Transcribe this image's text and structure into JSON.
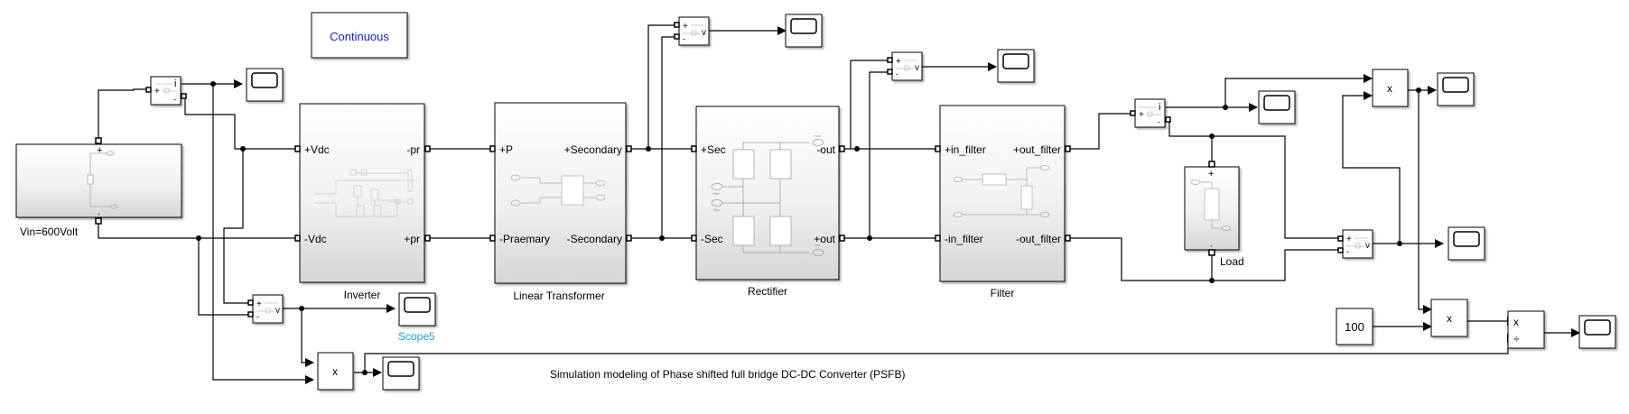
{
  "diagram": {
    "title": "Simulation modeling of Phase shifted full bridge DC-DC Converter (PSFB)",
    "powergui": {
      "label": "Continuous",
      "color": "#1a1adc"
    },
    "source": {
      "name": "Vin=600Volt",
      "plus": "+",
      "minus": "-"
    },
    "inverter": {
      "name": "Inverter",
      "ports": {
        "in_pos": "+Vdc",
        "in_neg": "-Vdc",
        "out_a": "-pr",
        "out_b": "+pr"
      }
    },
    "transformer": {
      "name": "Linear Transformer",
      "ports": {
        "in_pos": "+P",
        "in_neg": "-Praemary",
        "out_pos": "+Secondary",
        "out_neg": "-Secondary"
      }
    },
    "rectifier": {
      "name": "Rectifier",
      "ports": {
        "in_pos": "+Sec",
        "in_neg": "-Sec",
        "out_a": "-out",
        "out_b": "+out"
      },
      "inner_tags": [
        "+out",
        "+Sec",
        "-Sec",
        "-out"
      ]
    },
    "filter": {
      "name": "Filter",
      "ports": {
        "in_pos": "+in_filter",
        "in_neg": "-in_filter",
        "out_pos": "+out_filter",
        "out_neg": "-out_filter"
      }
    },
    "load": {
      "name": "Load",
      "plus": "+",
      "minus": "-"
    },
    "current_meter": {
      "out": "i",
      "plus": "+",
      "minus": "-"
    },
    "voltage_meter": {
      "out": "v",
      "plus": "+",
      "minus": "-"
    },
    "product": {
      "label": "x"
    },
    "divide": {
      "mul": "x",
      "div": "÷"
    },
    "constant": {
      "value": "100"
    },
    "scope5": {
      "name": "Scope5",
      "color": "#1e9be8"
    }
  }
}
